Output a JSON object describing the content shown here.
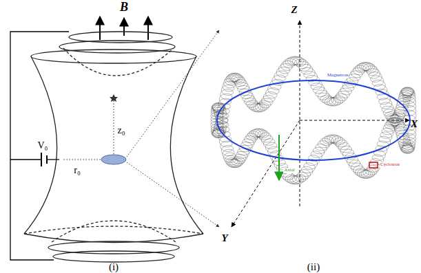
{
  "diagram": {
    "labels": [
      "B",
      "V₀",
      "z₀",
      "r₀",
      "Z",
      "X",
      "Y",
      "Magnetron",
      "Cyclotron",
      "Axial",
      "(i)",
      "(ii)"
    ]
  }
}
